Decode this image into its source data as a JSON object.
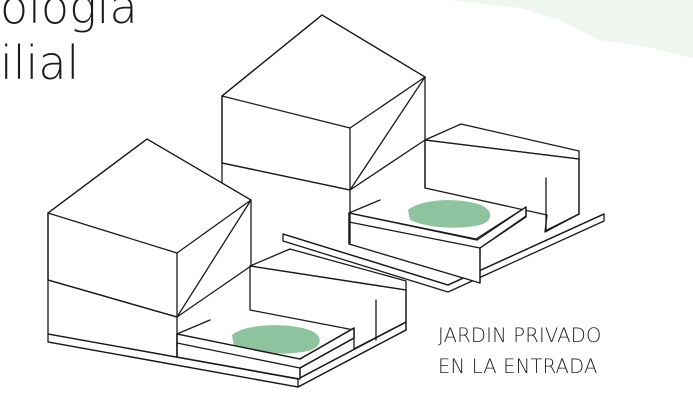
{
  "title": {
    "line1": "ología",
    "line2": "ilial"
  },
  "caption": {
    "line1": "JARDIN PRIVADO",
    "line2": "EN LA ENTRADA"
  },
  "colors": {
    "ink": "#1a1a1a",
    "garden": "#8fc3a0",
    "accent_shape": "#eef6ef"
  }
}
